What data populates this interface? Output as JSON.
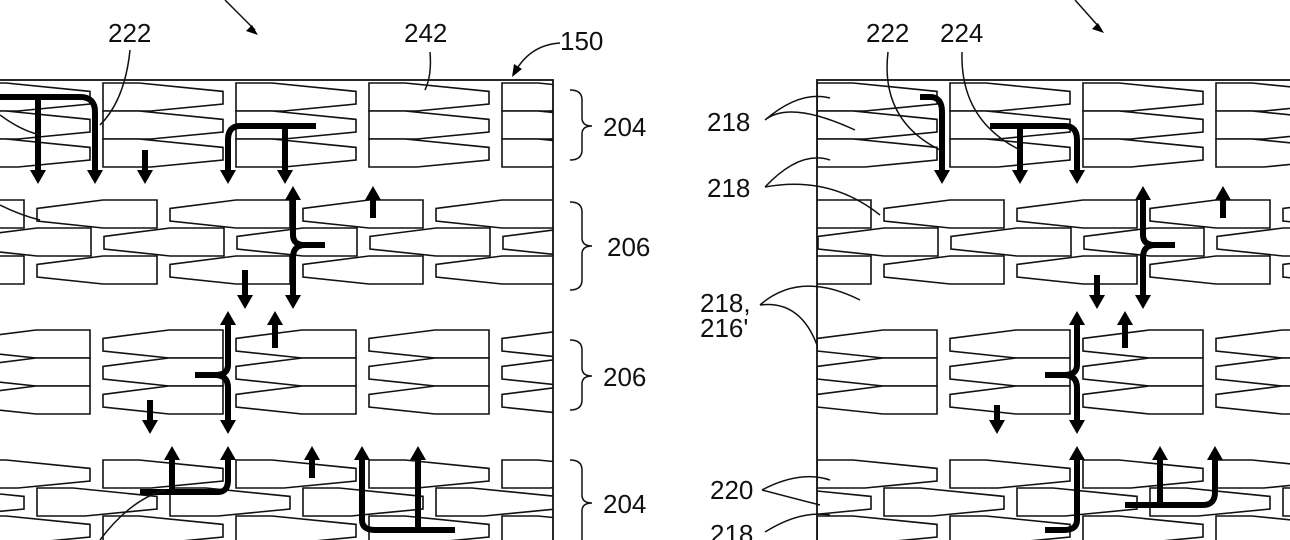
{
  "figure": {
    "left_panel": {
      "labels": {
        "ref_222": "222",
        "ref_242": "242",
        "ref_150": "150"
      },
      "groups": [
        "204",
        "206",
        "206",
        "204"
      ]
    },
    "right_panel": {
      "labels": {
        "ref_222": "222",
        "ref_224": "224",
        "ref_218a": "218",
        "ref_218b": "218",
        "ref_218c": "218,",
        "ref_216": "216'",
        "ref_220": "220",
        "ref_218d": "218"
      }
    }
  }
}
